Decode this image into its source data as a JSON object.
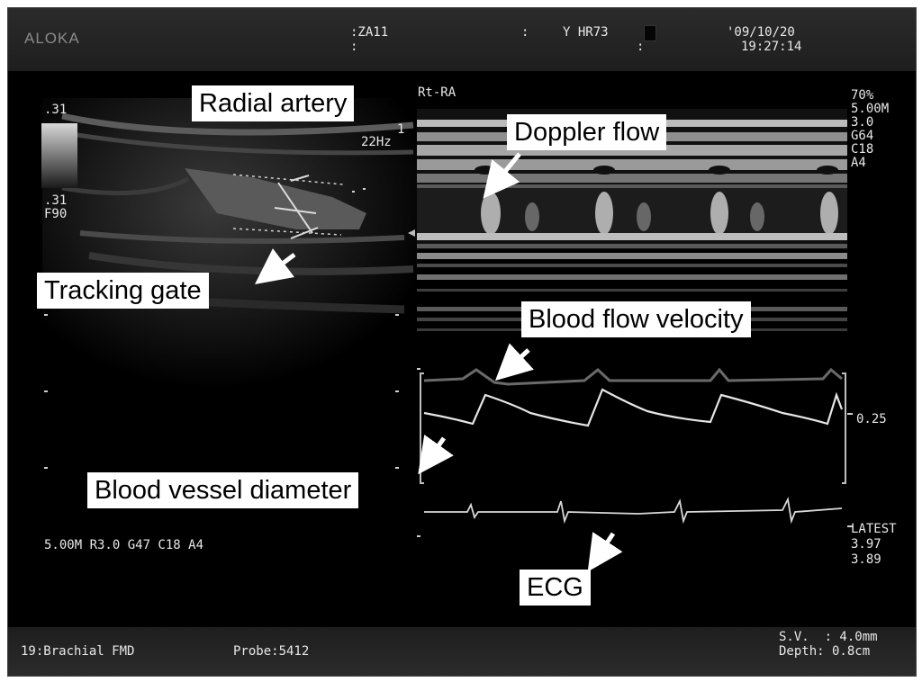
{
  "header": {
    "brand": "ALOKA",
    "patient_id": ":ZA11",
    "patient_sub": ":",
    "colon_mark": ":",
    "heart_rate": "Y HR73",
    "hr_sub": ":",
    "date": "'09/10/20",
    "time": "19:27:14"
  },
  "left_panel": {
    "gain_top": ".31",
    "gain_bottom": ".31",
    "focus": "F90",
    "frame_rate_top": "1",
    "frame_rate": "22Hz",
    "settings": "5.00M R3.0 G47 C18 A4"
  },
  "right_panel": {
    "side_label": "Rt-RA",
    "params": [
      "70%",
      "5.00M",
      "3.0",
      "G64",
      "C18",
      "A4"
    ],
    "scale_value": "0.25",
    "status_label": "LATEST",
    "value1": "3.97",
    "value2": "3.89"
  },
  "footer": {
    "preset": "19:Brachial FMD",
    "probe": "Probe:5412",
    "sample_volume": "S.V.  : 4.0mm",
    "depth": "Depth: 0.8cm"
  },
  "annotations": {
    "radial_artery": "Radial artery",
    "doppler_flow": "Doppler flow",
    "tracking_gate": "Tracking gate",
    "blood_flow_velocity": "Blood flow velocity",
    "blood_vessel_diameter": "Blood vessel diameter",
    "ecg": "ECG"
  },
  "colors": {
    "screen_bg": "#000000",
    "trace": "#e6e6e6",
    "vessel": "#5a5a5a"
  },
  "icons": [
    "arrow-icon"
  ]
}
